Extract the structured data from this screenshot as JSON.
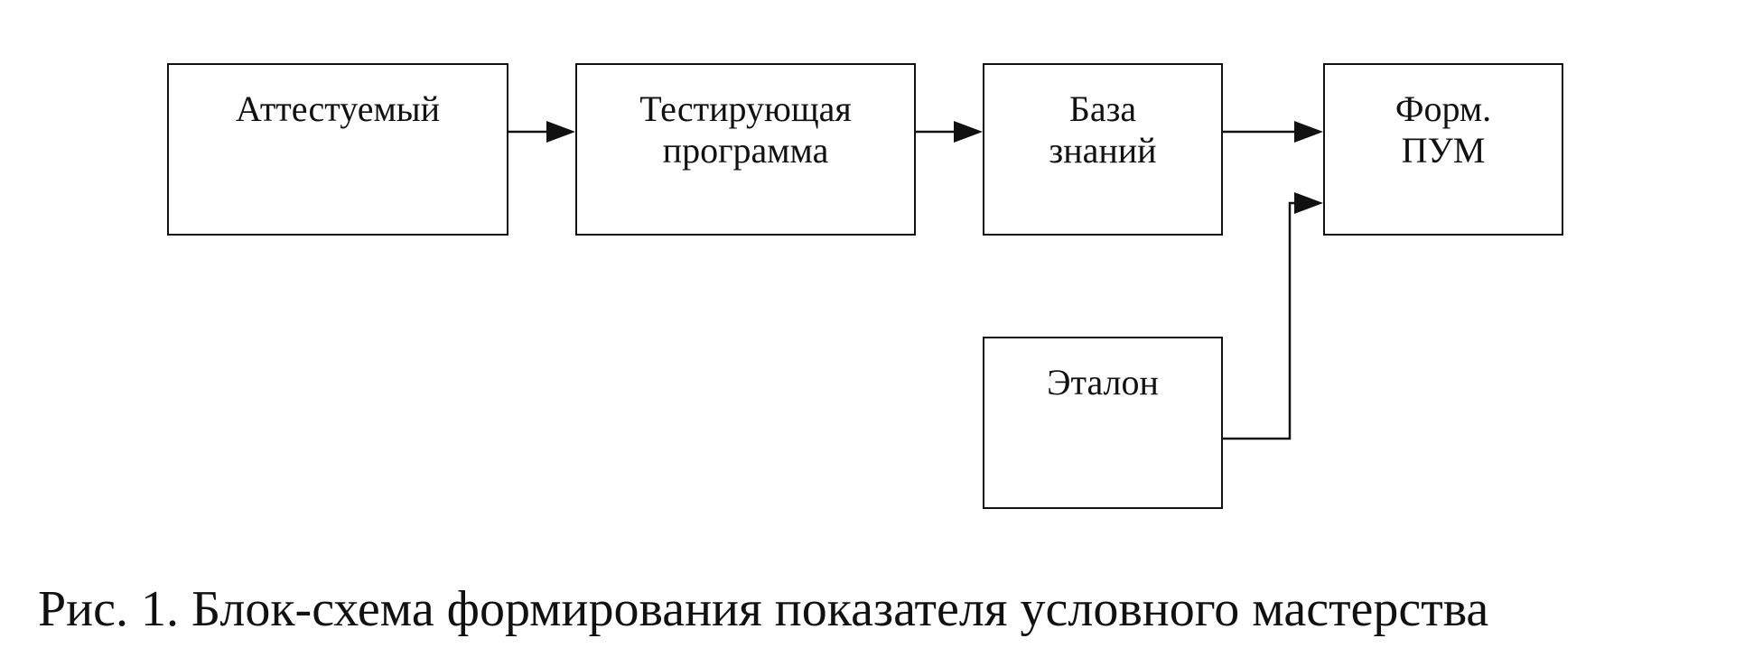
{
  "diagram": {
    "nodes": {
      "attestuemy": {
        "lines": [
          "Аттестуемый"
        ]
      },
      "testprog": {
        "lines": [
          "Тестирующая",
          "программа"
        ]
      },
      "kb": {
        "lines": [
          "База",
          "знаний"
        ]
      },
      "pum": {
        "lines": [
          "Форм.",
          "ПУМ"
        ]
      },
      "etalon": {
        "lines": [
          "Эталон"
        ]
      }
    },
    "edges": [
      {
        "from": "attestuemy",
        "to": "testprog"
      },
      {
        "from": "testprog",
        "to": "kb"
      },
      {
        "from": "kb",
        "to": "pum"
      },
      {
        "from": "etalon",
        "to": "pum"
      }
    ]
  },
  "caption": "Рис. 1. Блок-схема формирования показателя условного мастерства"
}
